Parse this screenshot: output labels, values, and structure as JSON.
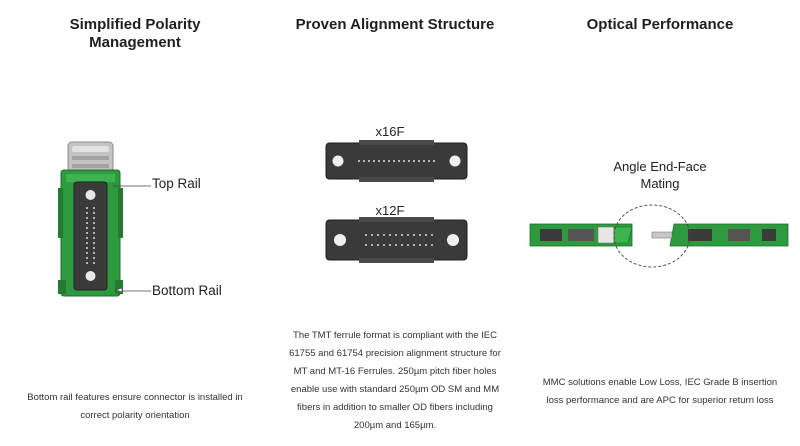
{
  "polarity": {
    "title": "Simplified Polarity\nManagement",
    "top_rail_label": "Top Rail",
    "bottom_rail_label": "Bottom Rail",
    "description": "Bottom rail features ensure connector is installed in correct polarity orientation"
  },
  "alignment": {
    "title": "Proven Alignment Structure",
    "ferrule_16_label": "x16F",
    "ferrule_12_label": "x12F",
    "description": "The TMT ferrule format is compliant with the IEC 61755 and 61754 precision alignment structure for MT and MT-16 Ferrules. 250µm pitch fiber holes enable use with standard 250µm OD SM and MM fibers in addition to smaller OD fibers including 200µm and 165µm."
  },
  "optical": {
    "title": "Optical Performance",
    "angle_label": "Angle End-Face\nMating",
    "description": "MMC solutions enable Low Loss, IEC Grade B insertion loss performance and are APC for superior return loss"
  },
  "colors": {
    "connector_green": "#2e9a3e",
    "ferrule_dark": "#3a3a3a",
    "latch_gray": "#b8b8b8"
  }
}
